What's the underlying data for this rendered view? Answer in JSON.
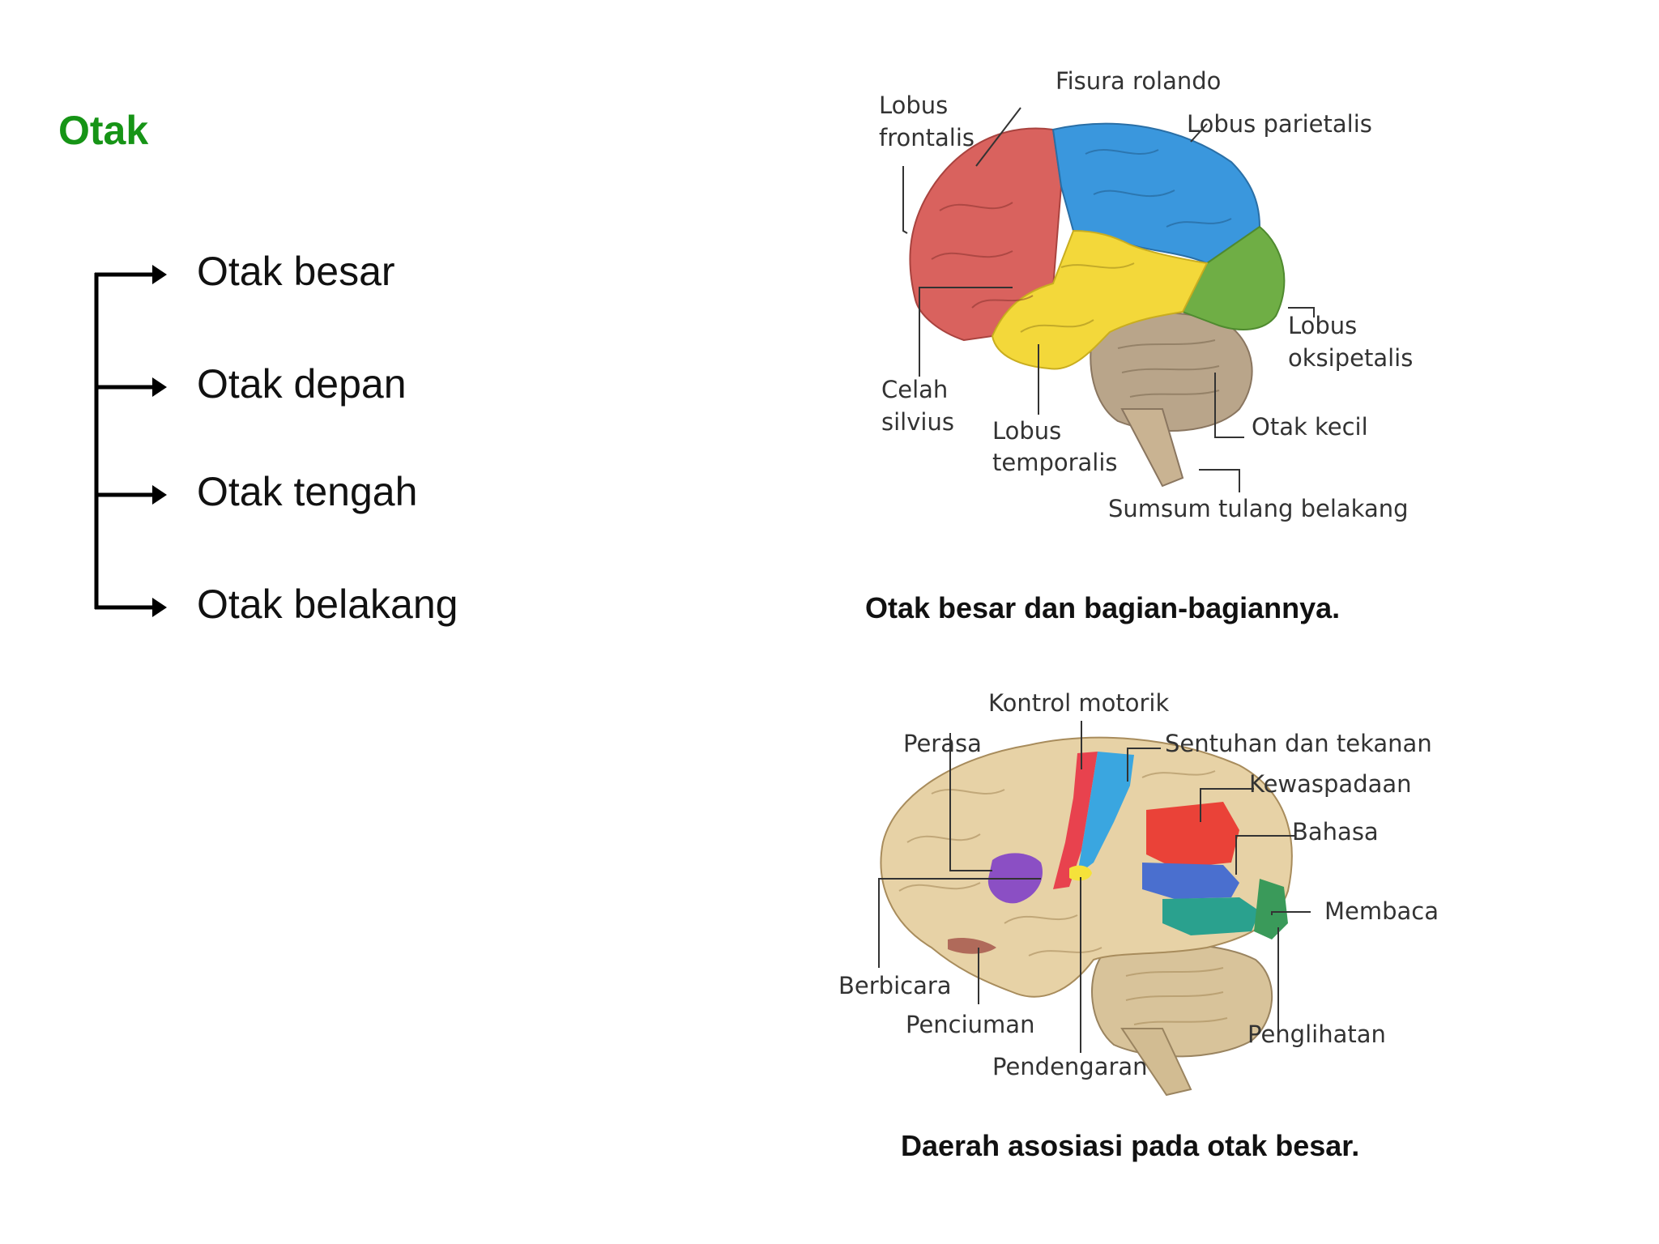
{
  "title": "Otak",
  "list": [
    "Otak besar",
    "Otak depan",
    "Otak tengah",
    "Otak belakang"
  ],
  "figure1": {
    "labels": {
      "lobus_frontalis_1": "Lobus",
      "lobus_frontalis_2": "frontalis",
      "fisura_rolando": "Fisura rolando",
      "lobus_parietalis": "Lobus parietalis",
      "lobus_oksipetalis_1": "Lobus",
      "lobus_oksipetalis_2": "oksipetalis",
      "celah_silvius_1": "Celah",
      "celah_silvius_2": "silvius",
      "lobus_temporalis_1": "Lobus",
      "lobus_temporalis_2": "temporalis",
      "otak_kecil": "Otak kecil",
      "sumsum": "Sumsum tulang belakang"
    },
    "caption": "Otak besar dan bagian-bagiannya.",
    "colors": {
      "frontal": "#d9625e",
      "parietal": "#3a97dd",
      "temporal": "#f3d83a",
      "occipital": "#6fae45",
      "cerebellum": "#b9a58a"
    }
  },
  "figure2": {
    "labels": {
      "kontrol_motorik": "Kontrol motorik",
      "perasa": "Perasa",
      "sentuhan": "Sentuhan dan tekanan",
      "kewaspadaan": "Kewaspadaan",
      "bahasa": "Bahasa",
      "membaca": "Membaca",
      "berbicara": "Berbicara",
      "penciuman": "Penciuman",
      "pendengaran": "Pendengaran",
      "penglihatan": "Penglihatan"
    },
    "caption": "Daerah asosiasi pada otak besar.",
    "colors": {
      "base": "#e7d2a6",
      "motor": "#e8424e",
      "touch": "#3aa6e0",
      "alert": "#ea4238",
      "language": "#4a6fcf",
      "reading": "#2aa18e",
      "speech": "#8b4fc4",
      "hearing": "#f5e23a",
      "vision": "#3a9a5a"
    }
  }
}
